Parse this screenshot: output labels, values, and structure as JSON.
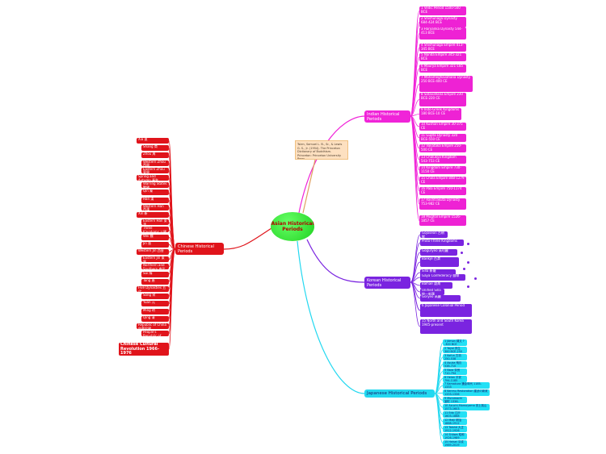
{
  "colors": {
    "india": "#f024d8",
    "china": "#e0141b",
    "korea": "#7a24e0",
    "japan": "#22d8f0",
    "root": "#22dd22"
  },
  "root": {
    "label": "Asian Historical Periods"
  },
  "note": {
    "text": "Tsien, Samuel L. B., Sr., & Lewis G. S., Jr. (1954). The Princeton Dictionary of Buddhism. Princeton: Princeton University Press."
  },
  "india": {
    "label": "Indian Historical Periods",
    "items": [
      "1 Vedic Period 1500-500 BCE",
      "2 Shishunaga Dynasty 684-424 BCE",
      "3 Haryanka Dynasty 544-413 BCE",
      "4 Shishunaga Empire 413-345 BCE",
      "5 Nanda Empire 345-321 BCE",
      "6 Maurya Empire 321-185 BCE",
      "7 Mahameghavahana Dynasty 250 BCE-400 CE",
      "8 Satavahana Empire 230 BCE-220 CE",
      "9 Indo-Greek Kingdoms 180 BCE-10 CE",
      "10 Kushan Empire 30-375 CE",
      "11 Gupta Dynasty 320 BCE-550 CE",
      "12 Vakataka Empire 250-500 CE",
      "13 Chalukya Kingdom 543-753 CE",
      "14 Kingdom Empire 730-1150 CE",
      "15 Chola Empire 848-1279 CE",
      "16 Pala Empire 750-1174 CE",
      "17 Rashtrakuta Dynasty 753-982 CE",
      "18 Mughal Empire 1526-1857 CE"
    ]
  },
  "china": {
    "label": "Chinese Historical Periods",
    "items": [
      "Xia 夏",
      "Shang 商",
      "Zhou 周",
      "Western Zhou 西周",
      "Eastern Zhou 東周",
      "Spring and Autumn 春秋",
      "Warring States 戰國",
      "Qin 秦",
      "Han 漢",
      "Western Han 西漢",
      "Xin 新",
      "Eastern Han 東漢",
      "Three Kingdoms 三國",
      "Wei 魏",
      "Jin 晉",
      "Western Jin 西晉",
      "Eastern Jin 東晉",
      "Northern and Southern 南北朝",
      "Sui 隋",
      "Tang 唐",
      "Five Dynasties 五代",
      "Song 宋",
      "Yuan 元",
      "Ming 明",
      "Qing 清",
      "Republic of China 中華民國",
      "People's Republic of China 中華人民共和國",
      "Chinese Cultural Revolution 1966-1976"
    ]
  },
  "korea": {
    "label": "Korean Historical Periods",
    "items": [
      "Gojoseon 古朝鮮",
      "Proto-Three Kingdoms",
      "Goguryeo 高句麗",
      "Baekje 百濟",
      "Silla 新羅",
      "Gaya Confederacy 伽倻",
      "Balhae 渤海",
      "Unified Silla 統一新羅",
      "Goryeo 高麗",
      "Joseon 朝鮮",
      "Korean Empire 大韓帝國",
      "6 Japanese Colonial Period",
      "15 North and South Korea 1945-present"
    ]
  },
  "japan": {
    "label": "Japanese Historical Periods",
    "items": [
      "1 Jōmon 縄文 ?-300 BCE",
      "2 Yayoi 弥生 300 BCE-250 CE",
      "3 Kofun 古墳 250-538",
      "4 Asuka 飛鳥 538-710",
      "5 Nara 奈良 710-794",
      "6 Heian 平安 794-1185",
      "7 Kamakura 鎌倉時代 1185-1333",
      "8 Kenmu Restoration 建武の新政 1333-1336",
      "9 Muromachi 室町 1336-1573",
      "10 Azuchi-Momoyama 安土桃山 1573-1603",
      "11 Edo 江戸 1603-1868",
      "12 Meiji 明治 1868-1912",
      "13 Taishō 大正 1912-1926",
      "14 Shōwa 昭和 1926-1989",
      "15 Heisei 平成 1989-2019"
    ]
  }
}
